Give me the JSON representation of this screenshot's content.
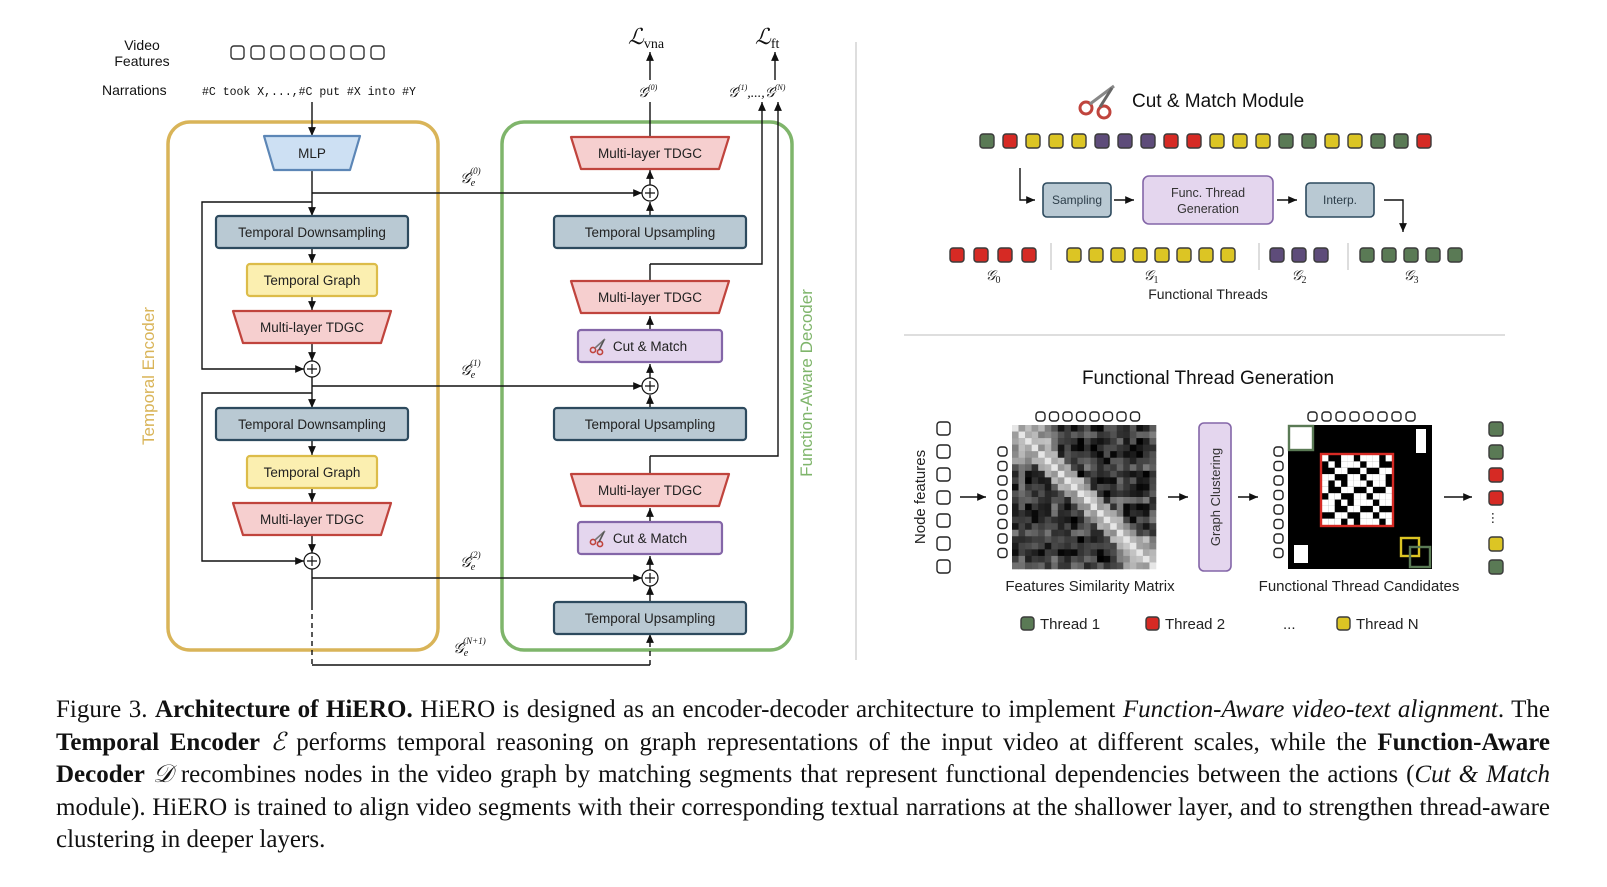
{
  "colors": {
    "encoder": "#d9b458",
    "decoder": "#7fb56b",
    "slate_fill": "#b9c9d3",
    "slate_stroke": "#2d4a5e",
    "yellow_fill": "#fbefb0",
    "yellow_stroke": "#dcbc49",
    "red_fill": "#f6cfcf",
    "red_stroke": "#c0443d",
    "purple_fill": "#e4d6ee",
    "purple_stroke": "#8466a8",
    "blue_fill": "#cde0f3",
    "blue_stroke": "#5c86b6",
    "token_green": "#5a7a55",
    "token_red": "#d62a24",
    "token_yellow": "#dcc524",
    "token_purple": "#5e4c7a"
  },
  "inputs": {
    "video_features_label": "Video\nFeatures",
    "narrations_label": "Narrations",
    "narrations_text": "#C took X,...,#C put #X into #Y"
  },
  "encoder": {
    "title": "Temporal Encoder",
    "mlp": "MLP",
    "blocks": [
      {
        "downsampling": "Temporal Downsampling",
        "graph": "Temporal Graph",
        "tdgc": "Multi-layer TDGC"
      },
      {
        "downsampling": "Temporal Downsampling",
        "graph": "Temporal Graph",
        "tdgc": "Multi-layer TDGC"
      }
    ],
    "skip_labels": [
      "(0)",
      "(1)",
      "(2)",
      "(N+1)"
    ]
  },
  "decoder": {
    "title": "Function-Aware Decoder",
    "top_tdgc": "Multi-layer TDGC",
    "upsampling": "Temporal Upsampling",
    "tdgc": "Multi-layer TDGC",
    "cut_match": "Cut & Match",
    "loss_vna_sub": "vna",
    "loss_ft_sub": "ft",
    "out_g0": "(0)",
    "out_g1": "(1)",
    "out_gN": "(N)"
  },
  "cut_match_module": {
    "title": "Cut & Match Module",
    "sequence": [
      "g",
      "r",
      "y",
      "y",
      "y",
      "p",
      "p",
      "p",
      "r",
      "r",
      "y",
      "y",
      "y",
      "g",
      "g",
      "y",
      "y",
      "g",
      "g",
      "r"
    ],
    "steps": [
      "Sampling",
      "Func. Thread\nGeneration",
      "Interp."
    ],
    "threads": [
      {
        "sub": "0",
        "color": "r",
        "count": 4
      },
      {
        "sub": "1",
        "color": "y",
        "count": 8
      },
      {
        "sub": "2",
        "color": "p",
        "count": 3
      },
      {
        "sub": "3",
        "color": "g",
        "count": 5
      }
    ],
    "threads_caption": "Functional Threads"
  },
  "thread_generation": {
    "title": "Functional Thread Generation",
    "node_features_label": "Node features",
    "matrix_label": "Features Similarity Matrix",
    "clustering_label": "Graph Clustering",
    "candidates_label": "Functional Thread Candidates",
    "output_tokens": [
      "g",
      "g",
      "r",
      "r",
      "dots",
      "y",
      "g"
    ],
    "legend": [
      {
        "label": "Thread 1",
        "color": "g"
      },
      {
        "label": "Thread 2",
        "color": "r"
      },
      {
        "label": "...",
        "color": ""
      },
      {
        "label": "Thread N",
        "color": "y"
      }
    ]
  },
  "caption": {
    "figure_label": "Figure 3.",
    "bold_title": "Architecture of HiERO.",
    "text_1": " HiERO is designed as an encoder-decoder architecture to implement ",
    "italic_1": "Function-Aware video-text alignment",
    "text_2": ". The ",
    "bold_encoder": "Temporal Encoder",
    "sym_encoder": "ℰ",
    "text_3": " performs temporal reasoning on graph representations of the input video at different scales, while the ",
    "bold_decoder": "Function-Aware Decoder",
    "sym_decoder": "𝒟",
    "text_4": " recombines nodes in the video graph by matching segments that represent functional dependencies between the actions (",
    "italic_2": "Cut & Match",
    "text_5": " module). HiERO is trained to align video segments with their corresponding textual narrations at the shallower layer, and to strengthen thread-aware clustering in deeper layers."
  }
}
